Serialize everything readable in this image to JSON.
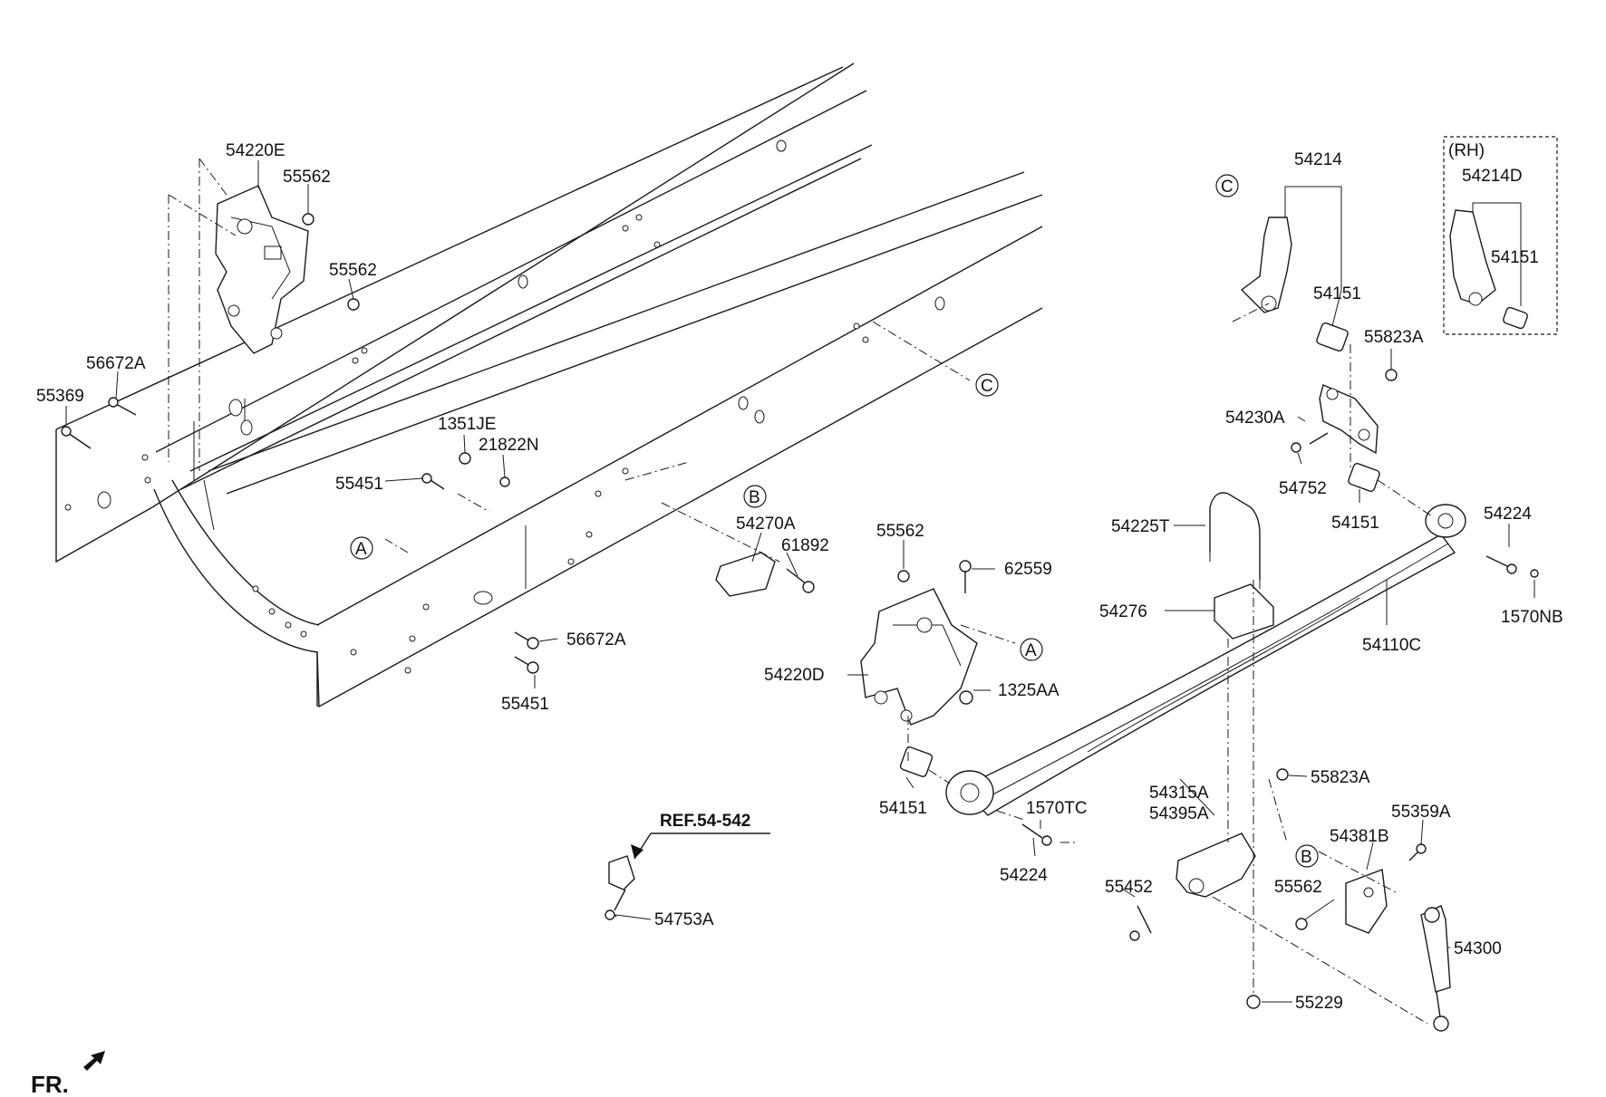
{
  "callouts": {
    "p54220E": "54220E",
    "p55562_a": "55562",
    "p55562_b": "55562",
    "p56672A_a": "56672A",
    "p55369": "55369",
    "p1351JE": "1351JE",
    "p21822N": "21822N",
    "p55451_a": "55451",
    "p54270A": "54270A",
    "p61892": "61892",
    "p56672A_b": "56672A",
    "p55451_b": "55451",
    "p55562_c": "55562",
    "p62559": "62559",
    "p54220D": "54220D",
    "p1325AA": "1325AA",
    "p54151_a": "54151",
    "p54214": "54214",
    "p54151_b": "54151",
    "p55823A_a": "55823A",
    "p54230A": "54230A",
    "p54752": "54752",
    "p54151_c": "54151",
    "p54224_a": "54224",
    "p1570NB": "1570NB",
    "p54110C": "54110C",
    "p54225T": "54225T",
    "p54276": "54276",
    "p1570TC": "1570TC",
    "p54224_b": "54224",
    "p54315A": "54315A",
    "p54395A": "54395A",
    "p55823A_b": "55823A",
    "p55359A": "55359A",
    "p54381B": "54381B",
    "p55452": "55452",
    "p55562_d": "55562",
    "p54300": "54300",
    "p55229": "55229",
    "p54753A": "54753A"
  },
  "rh_box": {
    "title": "(RH)",
    "part_a": "54214D",
    "part_b": "54151"
  },
  "reference": "REF.54-542",
  "connectors": {
    "A": "A",
    "B": "B",
    "C": "C"
  },
  "direction_label": "FR."
}
